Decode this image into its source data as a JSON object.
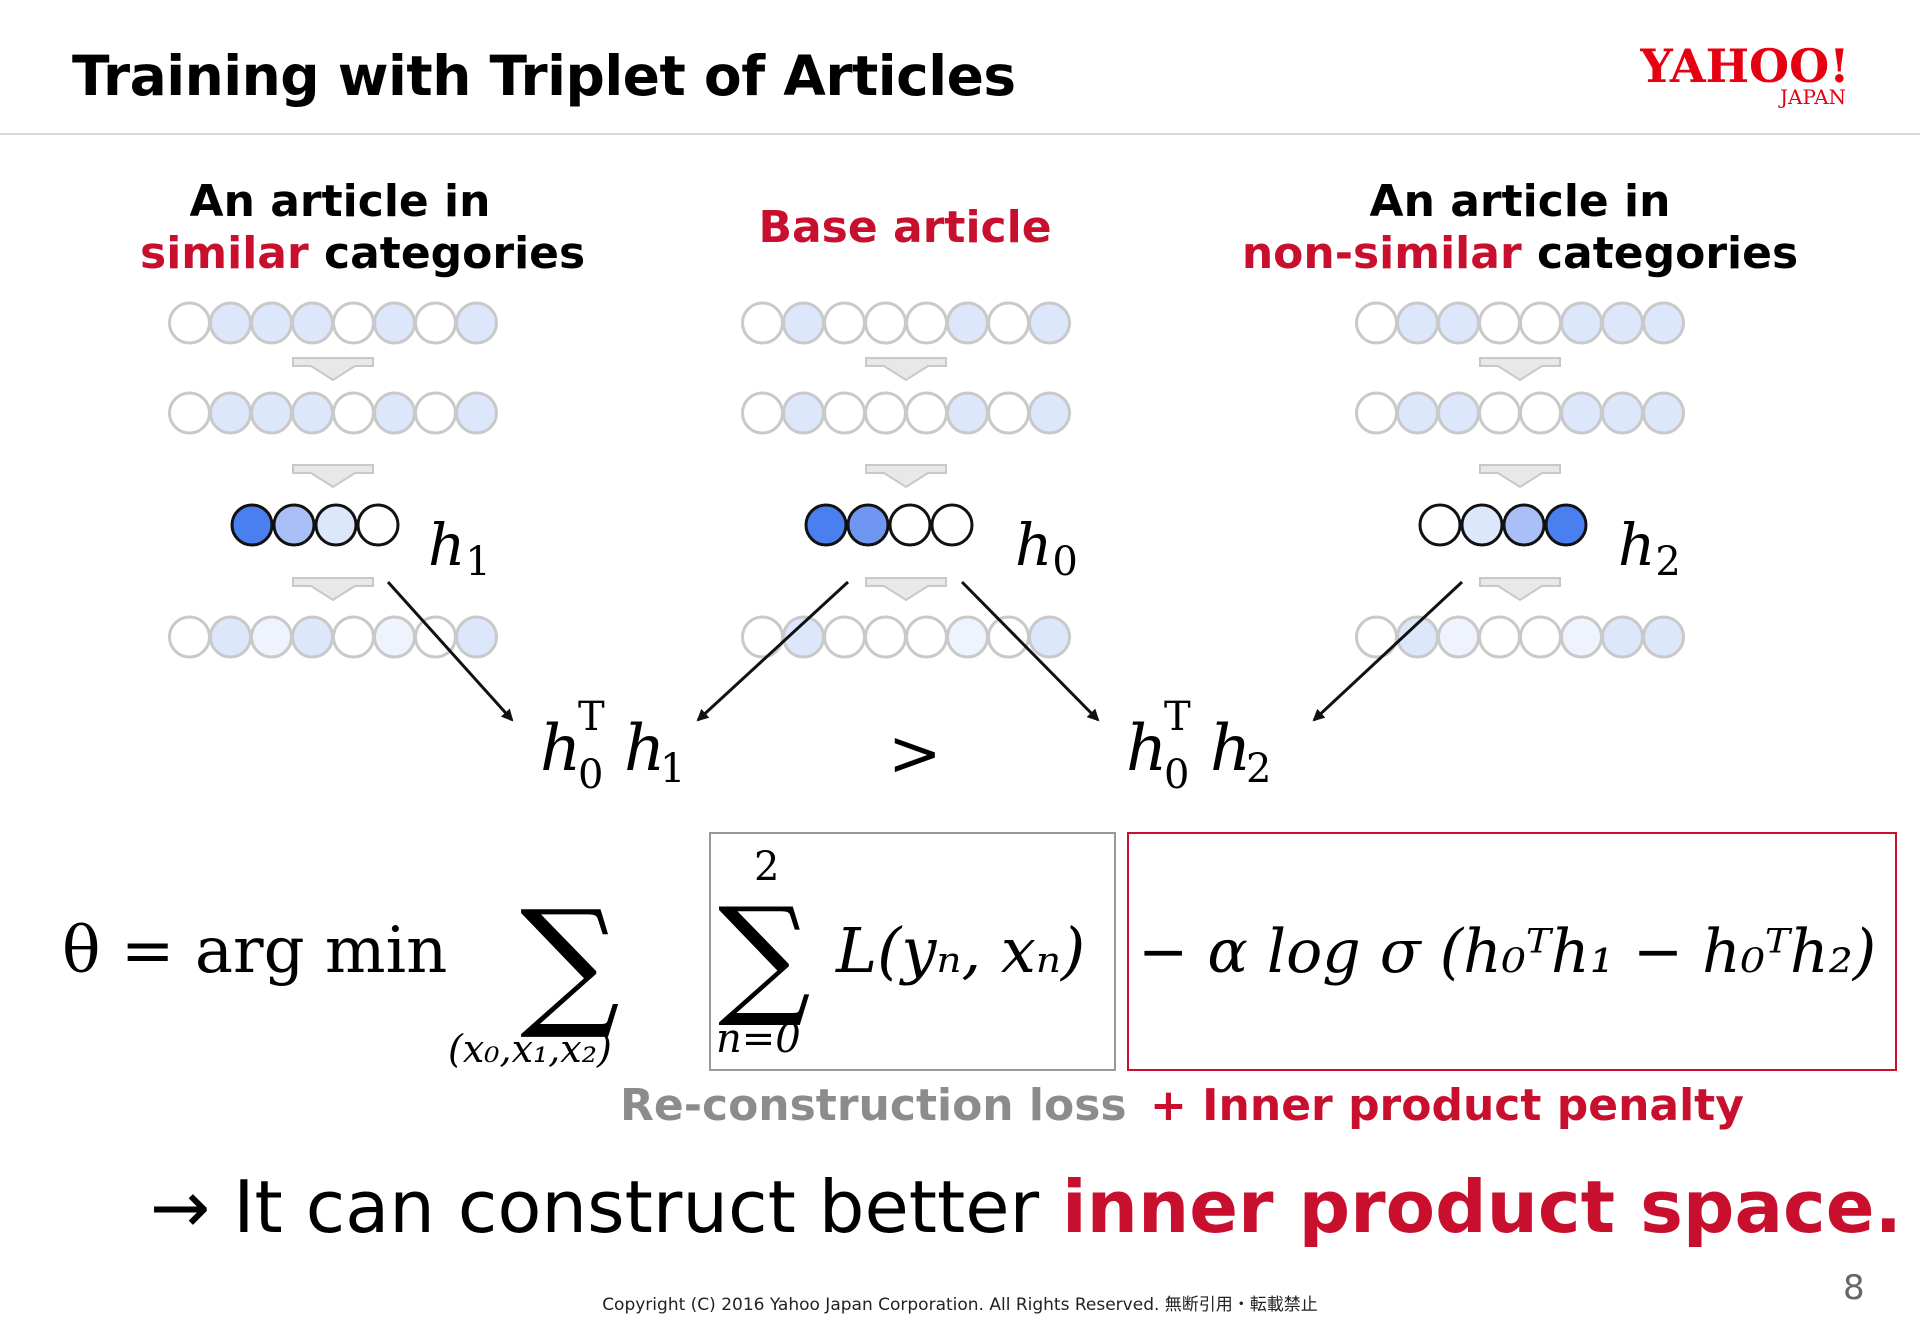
{
  "slide": {
    "title": "Training with Triplet of Articles",
    "logo": {
      "main": "YAHOO!",
      "sub": "JAPAN"
    },
    "columns": [
      {
        "line1": "An article in",
        "highlight": "similar",
        "rest": " categories",
        "hidden_label": "h",
        "hidden_sub": "1"
      },
      {
        "line1": "",
        "highlight": "Base article",
        "rest": "",
        "hidden_label": "h",
        "hidden_sub": "0"
      },
      {
        "line1": "An article in",
        "highlight": "non-similar",
        "rest": " categories",
        "hidden_label": "h",
        "hidden_sub": "2"
      }
    ],
    "inequality": {
      "left": {
        "h": "h",
        "sub0": "0",
        "sup": "T",
        "h2": "h",
        "sub1": "1"
      },
      "op": ">",
      "right": {
        "h": "h",
        "sub0": "0",
        "sup": "T",
        "h2": "h",
        "sub1": "2"
      }
    },
    "equation": {
      "lhs": "θ = arg min",
      "outer_sum_sub": "(x₀,x₁,x₂)",
      "inner_sum_sup": "2",
      "inner_sum_sub": "n=0",
      "loss_term": "L(yₙ, xₙ)",
      "penalty_term": "− α log σ (h₀ᵀh₁ − h₀ᵀh₂)"
    },
    "captions": {
      "reconstruction": "Re-construction loss",
      "penalty": "+ Inner product penalty"
    },
    "conclusion": {
      "prefix": "→ It can construct better ",
      "highlight": "inner product space",
      "suffix": "."
    },
    "copyright": "Copyright (C) 2016 Yahoo Japan Corporation. All Rights Reserved. 無断引用・転載禁止",
    "page_number": "8"
  },
  "colors": {
    "accent_red": "#c8102e",
    "gray_caption": "#8c8c8c",
    "node_light": "#dde7fb",
    "node_dark": "#4a7ff0"
  }
}
